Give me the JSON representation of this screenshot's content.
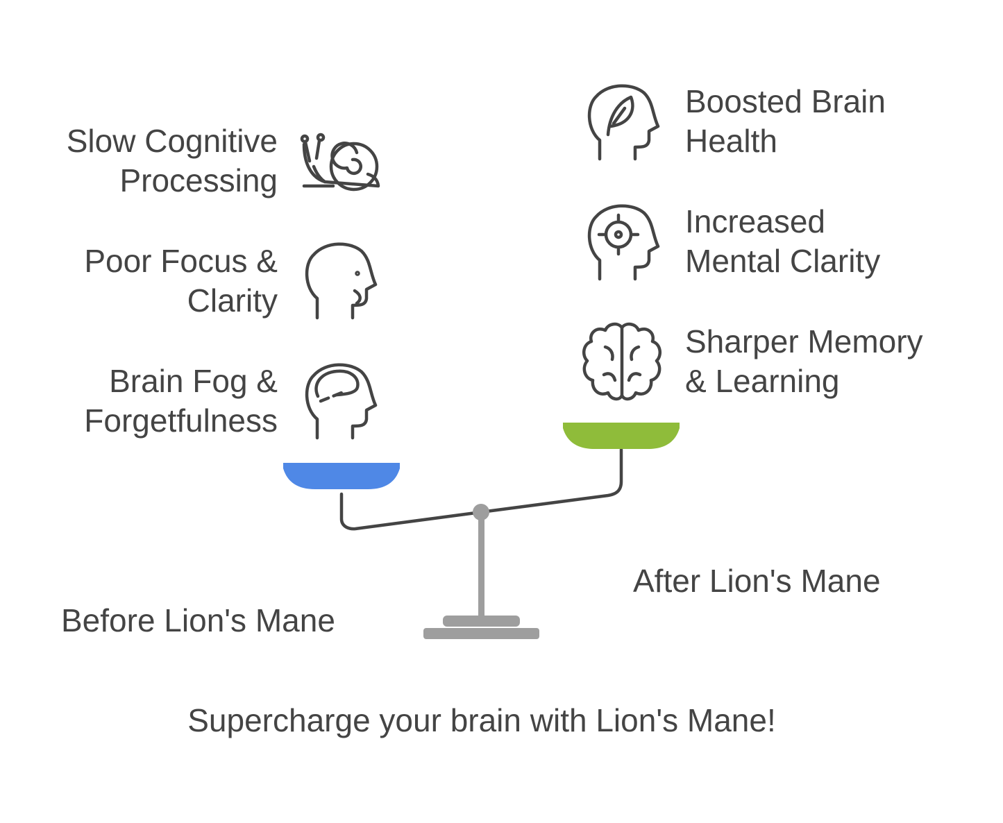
{
  "before": {
    "title": "Before Lion's Mane",
    "items": [
      {
        "label": "Slow Cognitive\nProcessing",
        "icon": "snail-icon"
      },
      {
        "label": "Poor Focus &\nClarity",
        "icon": "confused-head-icon"
      },
      {
        "label": "Brain Fog &\nForgetfulness",
        "icon": "foggy-brain-head-icon"
      }
    ],
    "pan_color": "#4F88E6"
  },
  "after": {
    "title": "After Lion's Mane",
    "items": [
      {
        "label": "Boosted Brain\nHealth",
        "icon": "leaf-head-icon"
      },
      {
        "label": "Increased\nMental Clarity",
        "icon": "target-head-icon"
      },
      {
        "label": "Sharper Memory\n& Learning",
        "icon": "brain-icon"
      }
    ],
    "pan_color": "#8FBC3A"
  },
  "scale_color": "#9E9E9E",
  "tagline": "Supercharge your brain with Lion's Mane!"
}
